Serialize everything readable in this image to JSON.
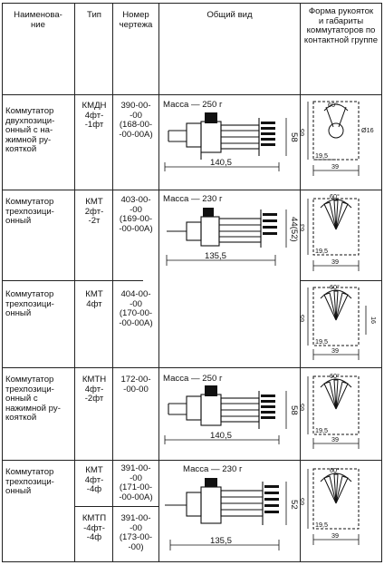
{
  "headers": {
    "name": "Наименова-\nние",
    "type": "Тип",
    "drawing": "Номер\nчертежа",
    "view": "Общий вид",
    "handles": "Форма рукояток\nи габариты\nкоммутаторов по\nконтактной группе"
  },
  "rows": [
    {
      "name": "Коммутатор\nдвухпозици-\nонный с на-\nжимной ру-\nкояткой",
      "type": "КМДН\n4фт-\n-1фт",
      "drawing": "390-00-\n-00\n(168-00-\n-00-00А)",
      "mass": "Масса — 250 г",
      "len": "140,5",
      "height": "58",
      "h_outer": "65",
      "w_inner": "19,5",
      "w_outer": "39",
      "angle": "60°",
      "dia": "Ø16"
    },
    {
      "name": "Коммутатор\nтрехпозици-\nонный",
      "type": "КМТ\n2фт-\n-2т",
      "drawing": "403-00-\n-00\n(169-00-\n-00-00А)",
      "mass": "Масса — 230 г",
      "len": "135,5",
      "height": "44(52)",
      "h_outer": "63",
      "w_inner": "19,5",
      "w_outer": "39",
      "angle": "60°"
    },
    {
      "name": "Коммутатор\nтрехпозици-\nонный",
      "type": "КМТ\n4фт",
      "drawing": "404-00-\n-00\n(170-00-\n-00-00А)",
      "h_outer": "65",
      "w_inner": "19,5",
      "w_outer": "39",
      "angle": "60°",
      "h_right": "16"
    },
    {
      "name": "Коммутатор\nтрехпозици-\nонный с\nнажимной ру-\nкояткой",
      "type": "КМТН\n4фт-\n-2фт",
      "drawing": "172-00-\n-00-00",
      "mass": "Масса — 250 г",
      "len": "140,5",
      "height": "58",
      "h_outer": "65",
      "w_inner": "19,5",
      "w_outer": "39",
      "angle": "60°"
    },
    {
      "name": "Коммутатор\nтрехпозици-\nонный",
      "type": "КМТ\n4фт-\n-4ф",
      "drawing": "391-00-\n-00\n(171-00-\n-00-00А)",
      "type2": "КМТП\n-4фт-\n-4ф",
      "drawing2": "391-00-\n-00\n(173-00-\n-00)",
      "mass": "Масса — 230 г",
      "len": "135,5",
      "height": "52",
      "h_outer": "65",
      "w_inner": "19,5",
      "w_outer": "39",
      "angle": "60°"
    }
  ]
}
